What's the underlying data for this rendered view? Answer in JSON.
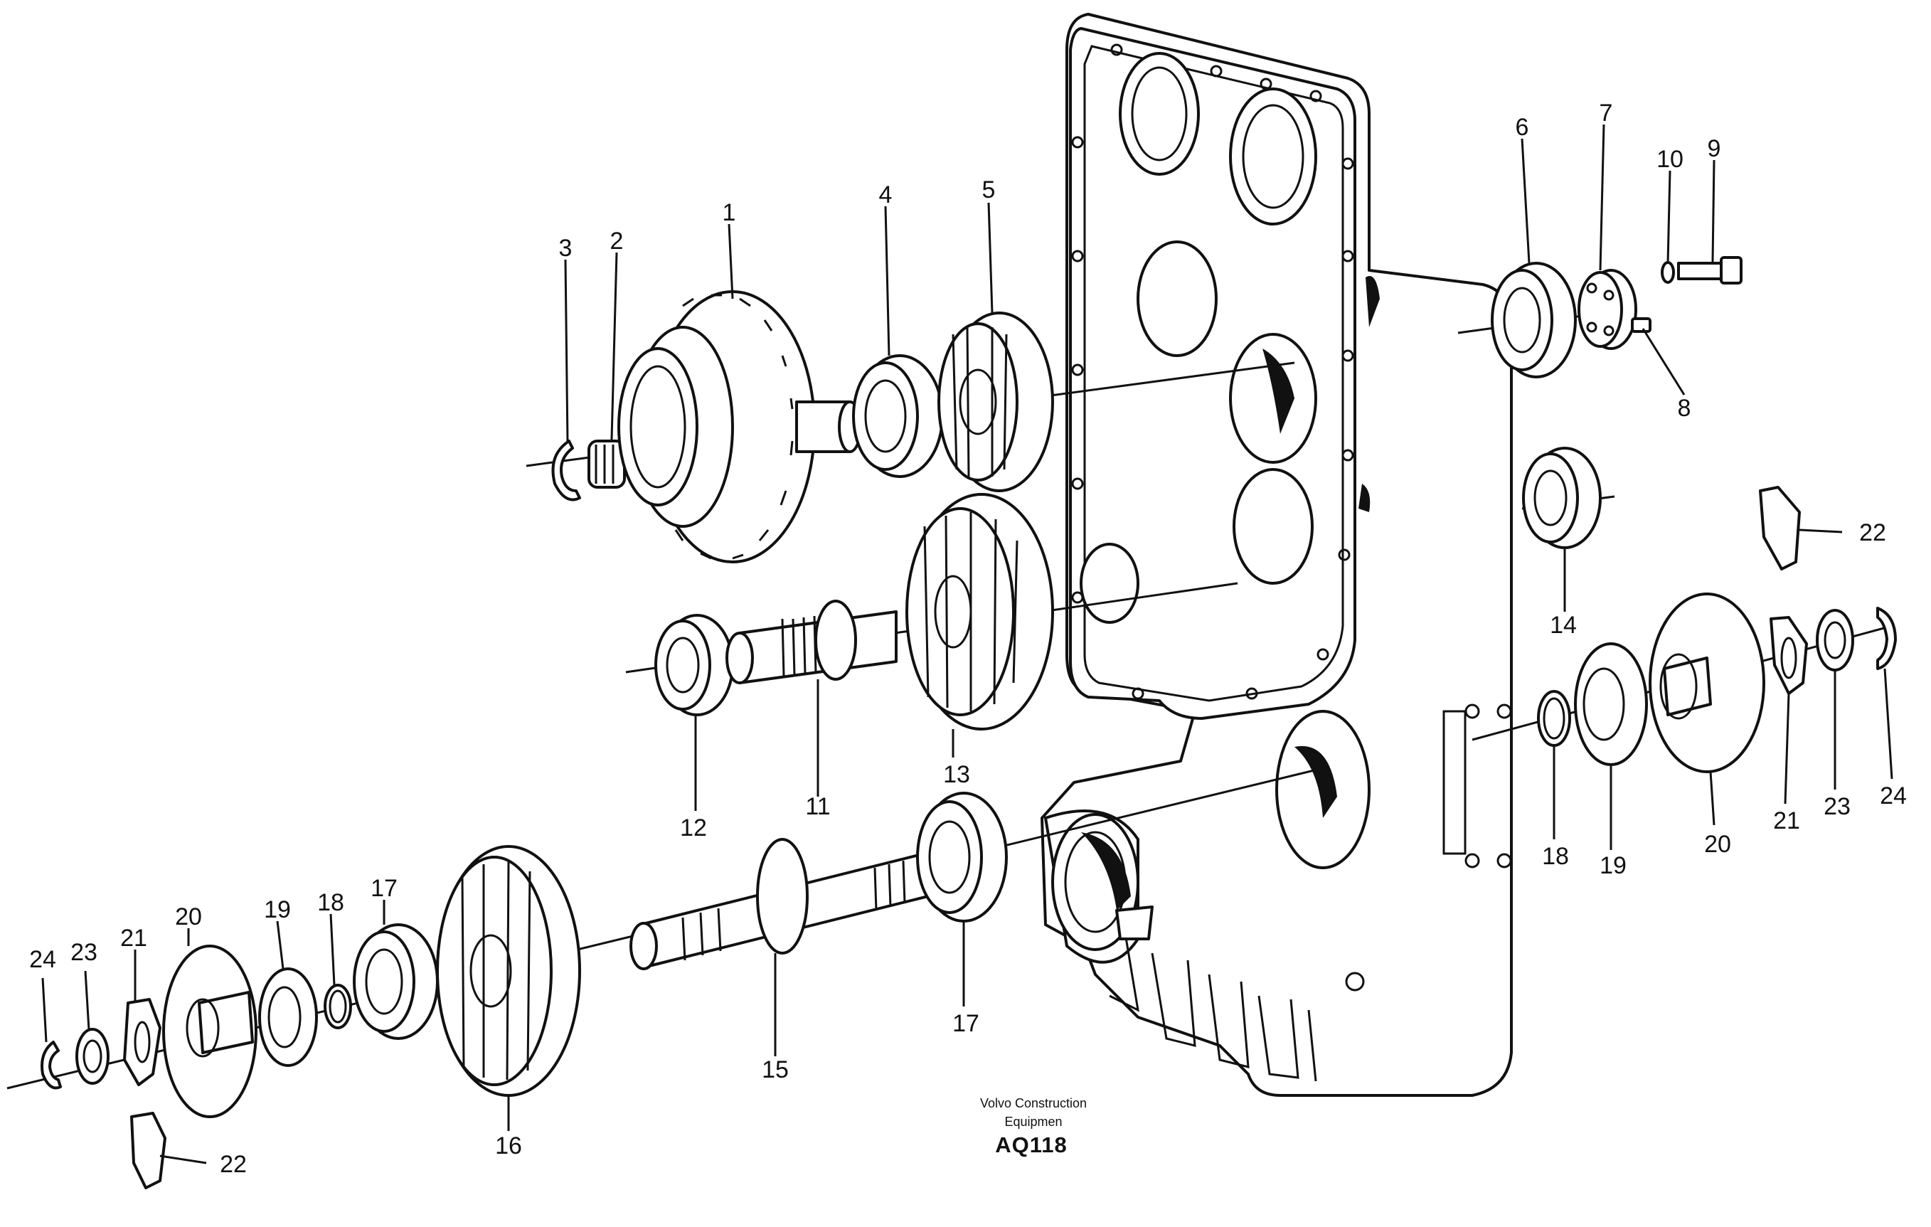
{
  "diagram": {
    "callouts": [
      {
        "id": "c1",
        "text": "1"
      },
      {
        "id": "c2",
        "text": "2"
      },
      {
        "id": "c3",
        "text": "3"
      },
      {
        "id": "c4",
        "text": "4"
      },
      {
        "id": "c5",
        "text": "5"
      },
      {
        "id": "c6",
        "text": "6"
      },
      {
        "id": "c7",
        "text": "7"
      },
      {
        "id": "c8",
        "text": "8"
      },
      {
        "id": "c9",
        "text": "9"
      },
      {
        "id": "c10",
        "text": "10"
      },
      {
        "id": "c11",
        "text": "11"
      },
      {
        "id": "c12",
        "text": "12"
      },
      {
        "id": "c13",
        "text": "13"
      },
      {
        "id": "c14",
        "text": "14"
      },
      {
        "id": "c15",
        "text": "15"
      },
      {
        "id": "c16",
        "text": "16"
      },
      {
        "id": "c17a",
        "text": "17"
      },
      {
        "id": "c17b",
        "text": "17"
      },
      {
        "id": "c18a",
        "text": "18"
      },
      {
        "id": "c18b",
        "text": "18"
      },
      {
        "id": "c19a",
        "text": "19"
      },
      {
        "id": "c19b",
        "text": "19"
      },
      {
        "id": "c20a",
        "text": "20"
      },
      {
        "id": "c20b",
        "text": "20"
      },
      {
        "id": "c21a",
        "text": "21"
      },
      {
        "id": "c21b",
        "text": "21"
      },
      {
        "id": "c22a",
        "text": "22"
      },
      {
        "id": "c22b",
        "text": "22"
      },
      {
        "id": "c23a",
        "text": "23"
      },
      {
        "id": "c23b",
        "text": "23"
      },
      {
        "id": "c24a",
        "text": "24"
      },
      {
        "id": "c24b",
        "text": "24"
      }
    ],
    "credit_line1": "Volvo Construction",
    "credit_line2": "Equipmen",
    "figure_code": "AQ118"
  }
}
